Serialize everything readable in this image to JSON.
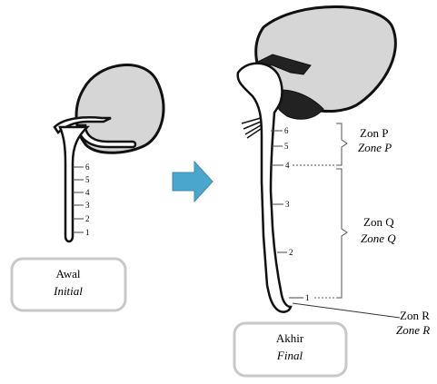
{
  "initial": {
    "label_ms": "Awal",
    "label_en": "Initial",
    "ticks": [
      "1",
      "2",
      "3",
      "4",
      "5",
      "6"
    ]
  },
  "final": {
    "label_ms": "Akhir",
    "label_en": "Final",
    "ticks": [
      "1",
      "2",
      "3",
      "4",
      "5",
      "6"
    ]
  },
  "zones": {
    "p_ms": "Zon P",
    "p_en": "Zone P",
    "q_ms": "Zon Q",
    "q_en": "Zone Q",
    "r_ms": "Zon R",
    "r_en": "Zone R"
  },
  "arrow_color": "#4aa6cc",
  "cotyledon_color": "#d6d6d6",
  "box_border_color": "#c8c8c8"
}
